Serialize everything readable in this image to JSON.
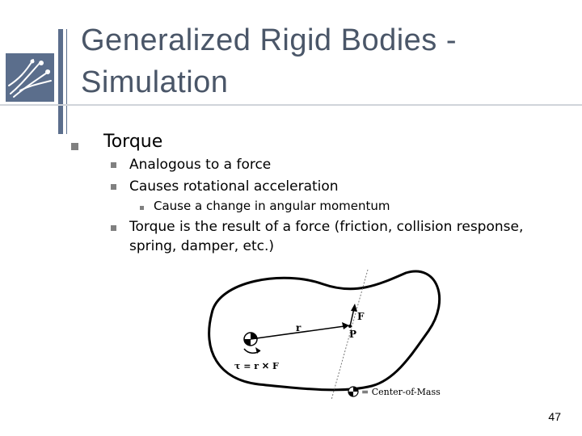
{
  "slide": {
    "title_line1": "Generalized Rigid Bodies -",
    "title_line2": "Simulation",
    "page_number": "47"
  },
  "bullets": {
    "level1": "Torque",
    "level2_a": "Analogous to a force",
    "level2_b": "Causes rotational acceleration",
    "level3_a": "Cause a change in angular momentum",
    "level2_c_line1": "Torque is the result of a force (friction, collision response,",
    "level2_c_line2": "spring, damper, etc.)"
  },
  "diagram": {
    "label_F": "F",
    "label_r": "r",
    "label_P": "P",
    "equation": "τ = r ✕ F",
    "legend": "= Center-of-Mass"
  }
}
